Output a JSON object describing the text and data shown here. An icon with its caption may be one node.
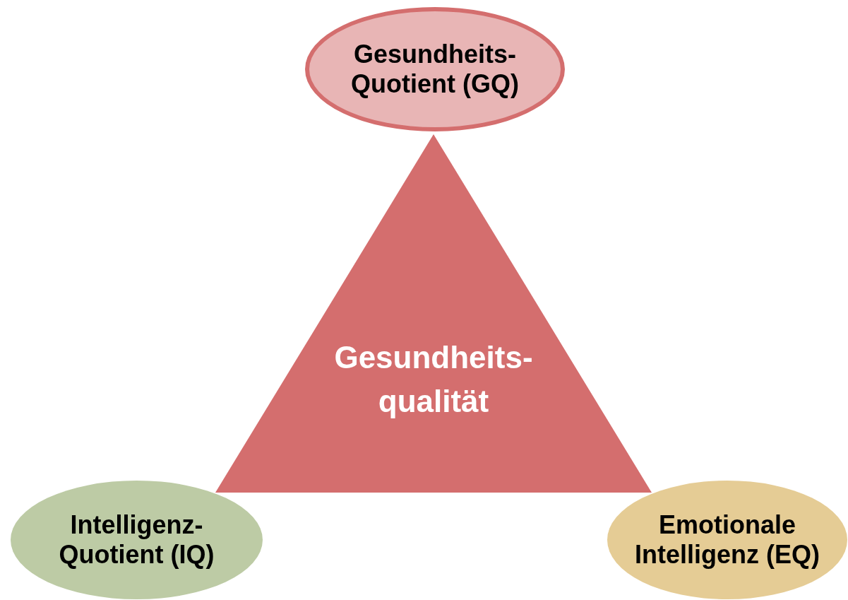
{
  "diagram": {
    "nodes": [
      {
        "text": [
          "Gesundheits-Quotient (GQ)"
        ]
      },
      {
        "text": [
          "Gesundheits-qualität"
        ]
      },
      {
        "text": [
          "Intelligenz-Quotient (IQ)"
        ]
      },
      {
        "text": [
          "Emotionale Intelligenz (EQ)"
        ]
      }
    ],
    "edges": []
  }
}
